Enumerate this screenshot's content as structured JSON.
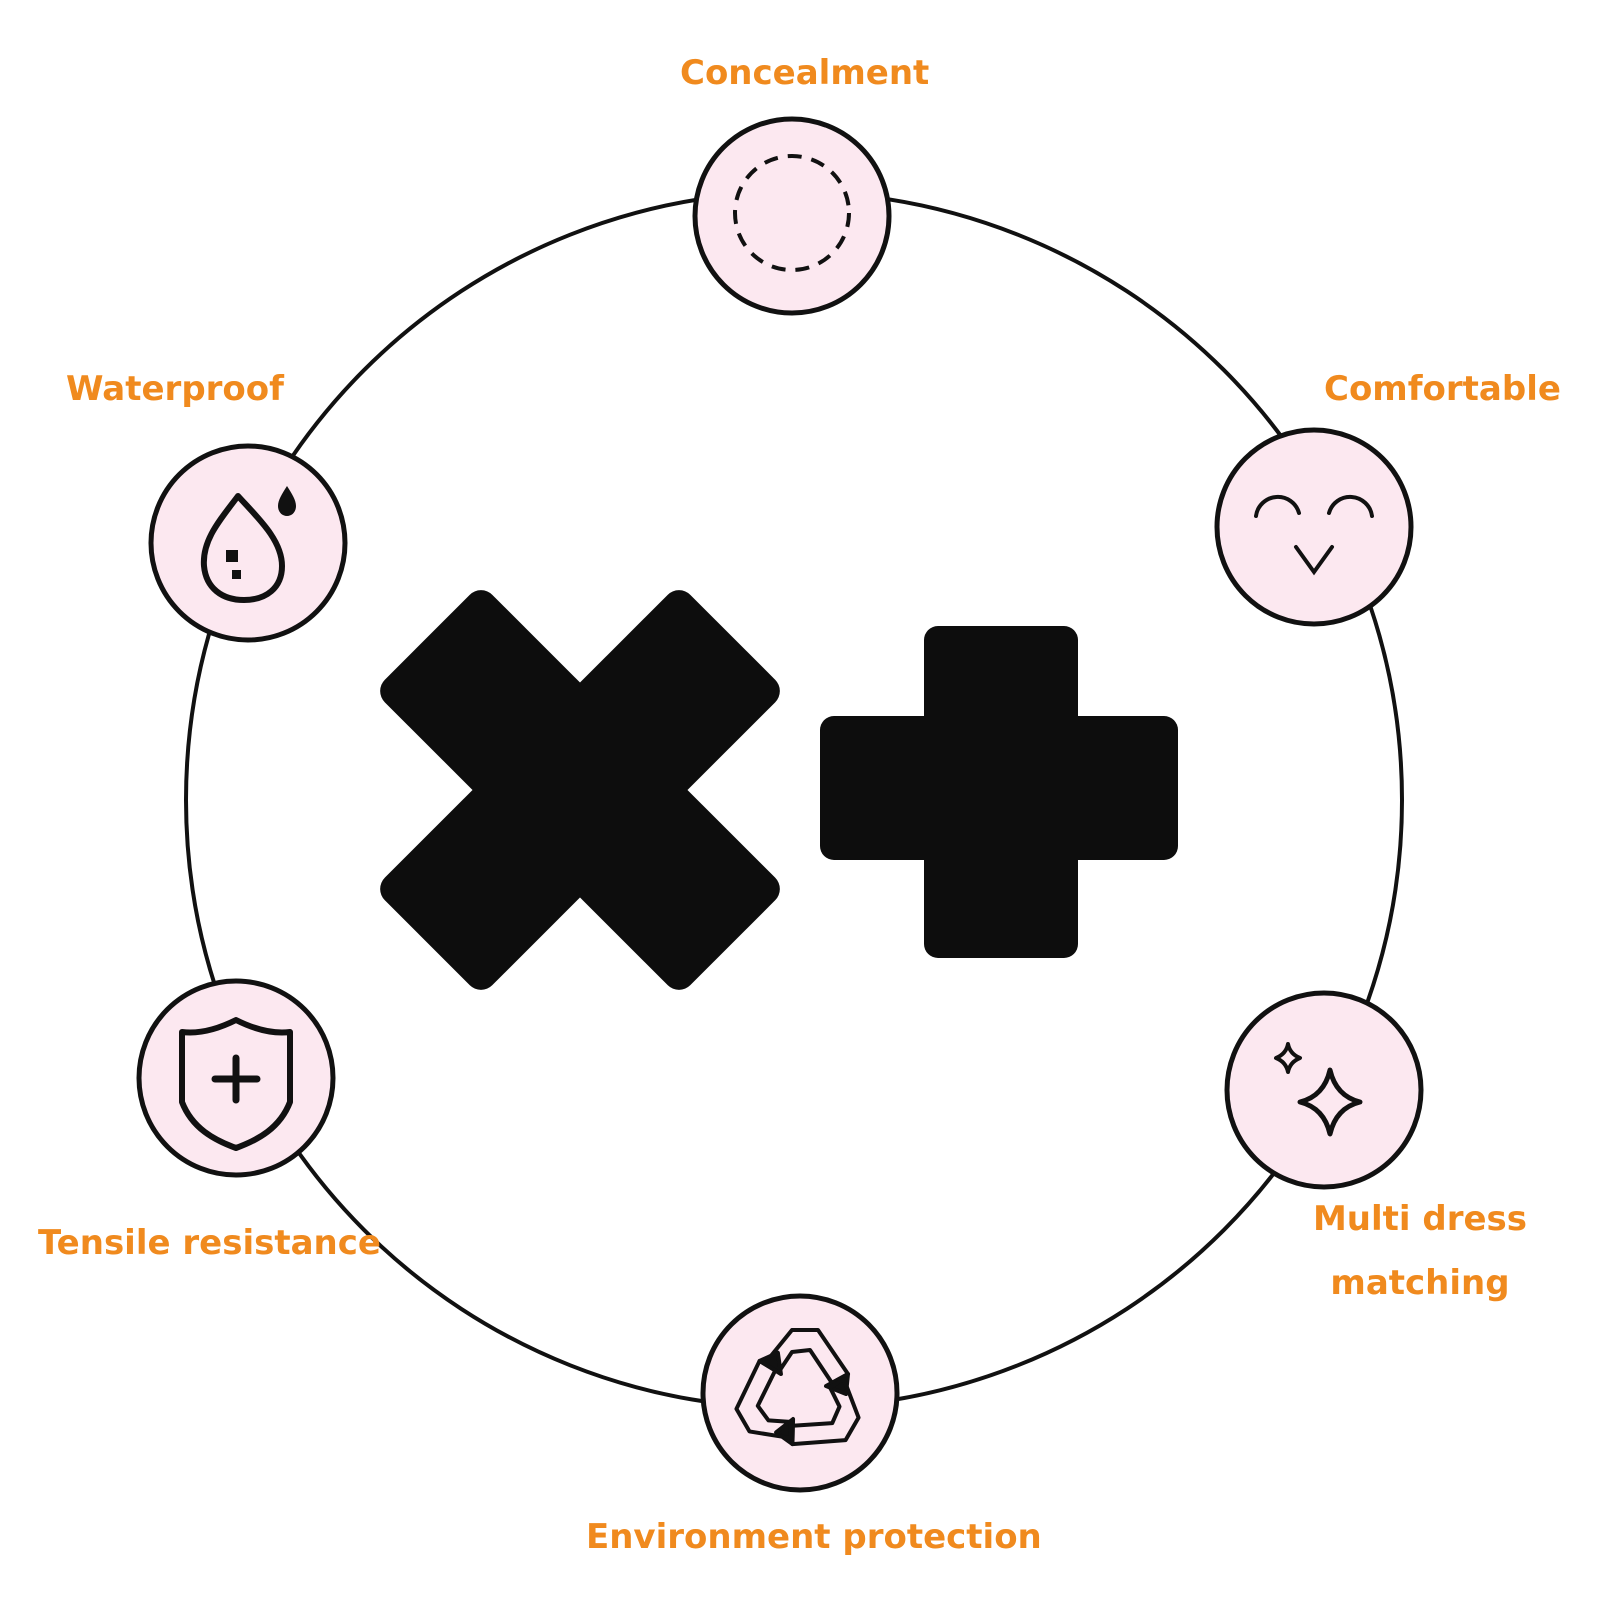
{
  "colors": {
    "label": "#F08A1E",
    "badge_fill": "#FCE8F0",
    "stroke": "#111111",
    "product": "#0D0D0D",
    "background": "#FFFFFF"
  },
  "features": [
    {
      "key": "concealment",
      "label": "Concealment",
      "icon": "dashed-circle-icon"
    },
    {
      "key": "comfortable",
      "label": "Comfortable",
      "icon": "smiley-face-icon"
    },
    {
      "key": "multi_dress",
      "label_line1": "Multi dress",
      "label_line2": "matching",
      "icon": "sparkle-icon"
    },
    {
      "key": "environment",
      "label": "Environment protection",
      "icon": "recycle-icon"
    },
    {
      "key": "tensile",
      "label": "Tensile resistance",
      "icon": "shield-plus-icon"
    },
    {
      "key": "waterproof",
      "label": "Waterproof",
      "icon": "water-drop-icon"
    }
  ],
  "products": [
    {
      "name": "x-shaped-pasty",
      "shape": "x-cross",
      "color": "#0D0D0D"
    },
    {
      "name": "plus-shaped-pasty",
      "shape": "plus-cross",
      "color": "#0D0D0D"
    }
  ]
}
